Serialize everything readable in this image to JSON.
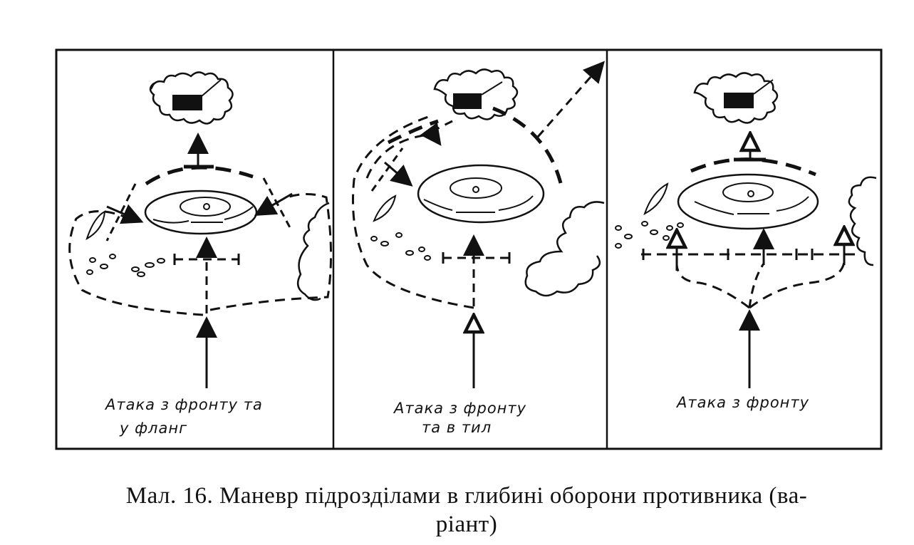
{
  "panels": [
    {
      "id": "panel-1",
      "label_lines": [
        "Атака з фронту та",
        "у фланг"
      ]
    },
    {
      "id": "panel-2",
      "label_lines": [
        "Атака з фронту",
        "та в тил"
      ]
    },
    {
      "id": "panel-3",
      "label_lines": [
        "Атака з фронту"
      ]
    }
  ],
  "caption": {
    "line1": "Мал. 16. Маневр підрозділами в глибині оборони противника (ва-",
    "line2": "ріант)"
  },
  "colors": {
    "ink": "#111111",
    "paper": "#ffffff"
  }
}
